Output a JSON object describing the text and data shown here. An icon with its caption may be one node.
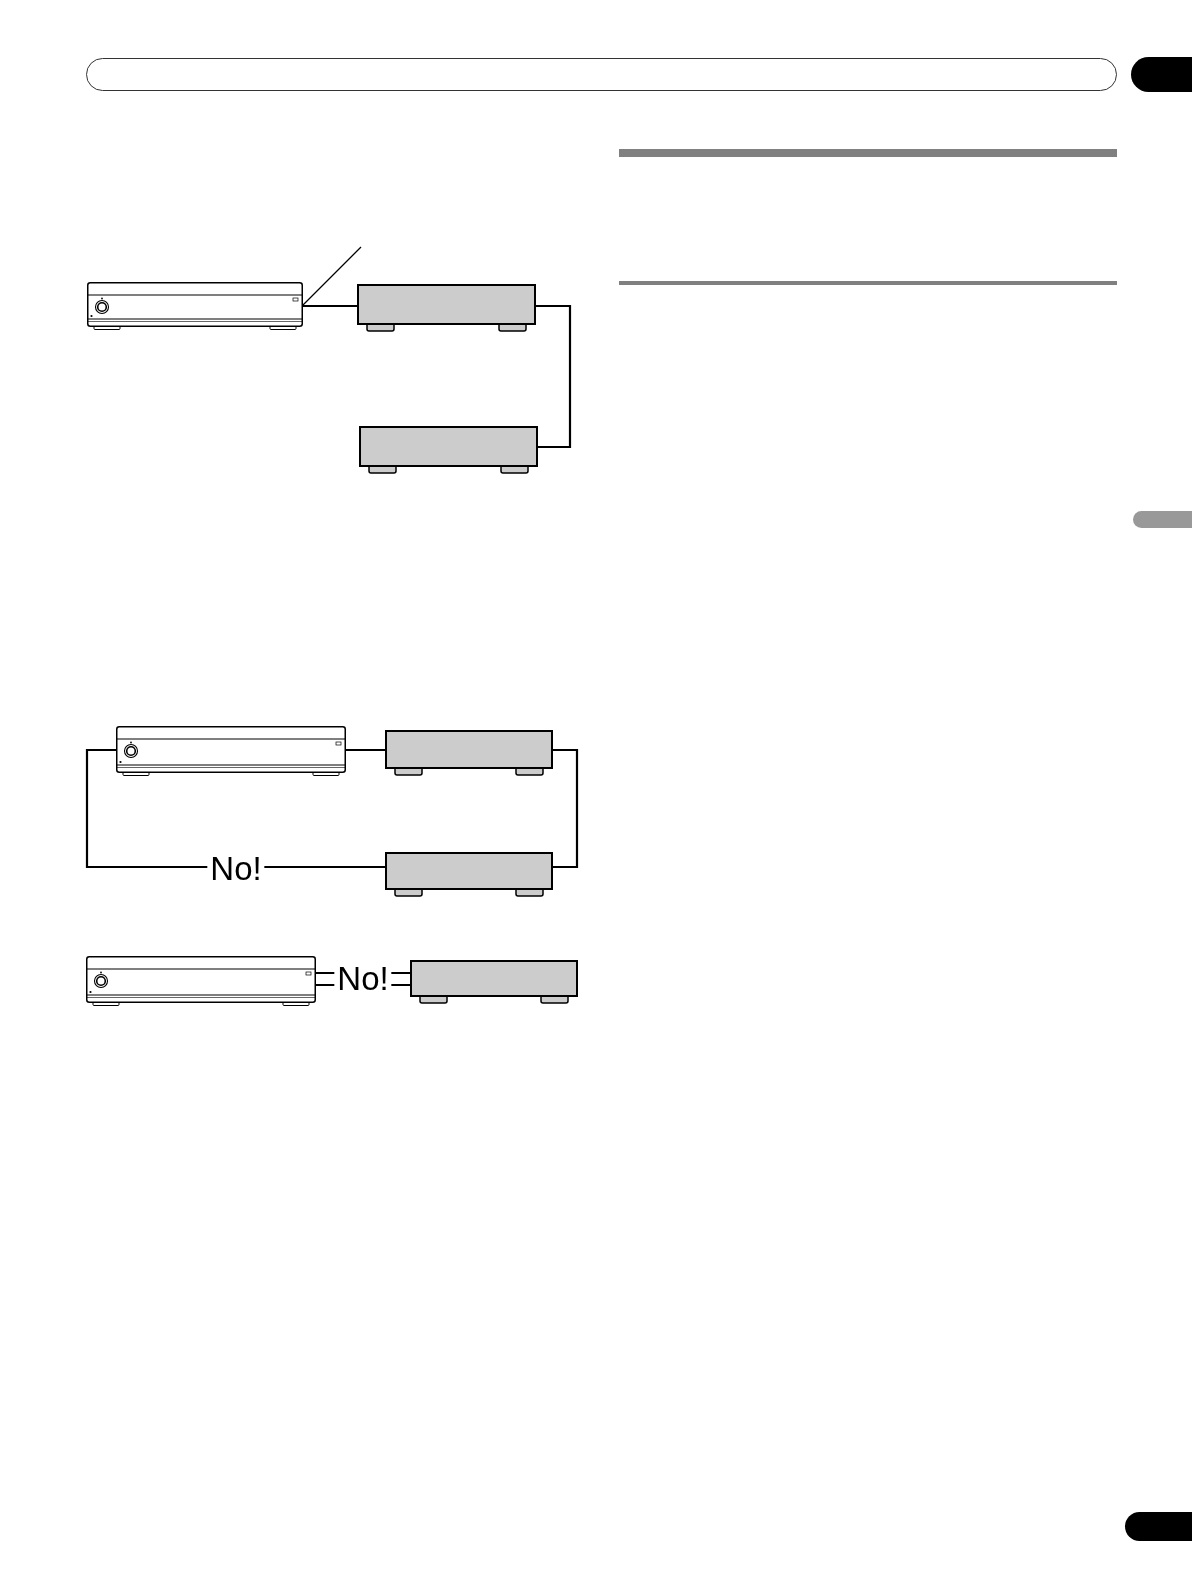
{
  "diagram": {
    "nodes": [
      {
        "text": [],
        "shape": "picture"
      },
      {
        "text": [],
        "shape": "box"
      },
      {
        "text": [],
        "shape": "box"
      },
      {
        "text": [],
        "shape": "picture"
      },
      {
        "text": [],
        "shape": "box"
      },
      {
        "text": [],
        "shape": "box"
      },
      {
        "text": [],
        "shape": "picture"
      },
      {
        "text": [],
        "shape": "box"
      }
    ],
    "edges": [
      {
        "from": 0,
        "to": 1,
        "arrow": "none"
      },
      {
        "from": 1,
        "to": 2,
        "arrow": "none"
      },
      {
        "from": null,
        "to": 0,
        "arrow": "none"
      },
      {
        "from": 3,
        "to": 4,
        "arrow": "none"
      },
      {
        "from": 4,
        "to": 5,
        "arrow": "none"
      },
      {
        "from": 5,
        "to": 3,
        "arrow": "none",
        "label": "No!"
      },
      {
        "from": 6,
        "to": 7,
        "arrow": "none",
        "label": "No!"
      },
      {
        "from": 6,
        "to": 7,
        "arrow": "none"
      }
    ]
  }
}
